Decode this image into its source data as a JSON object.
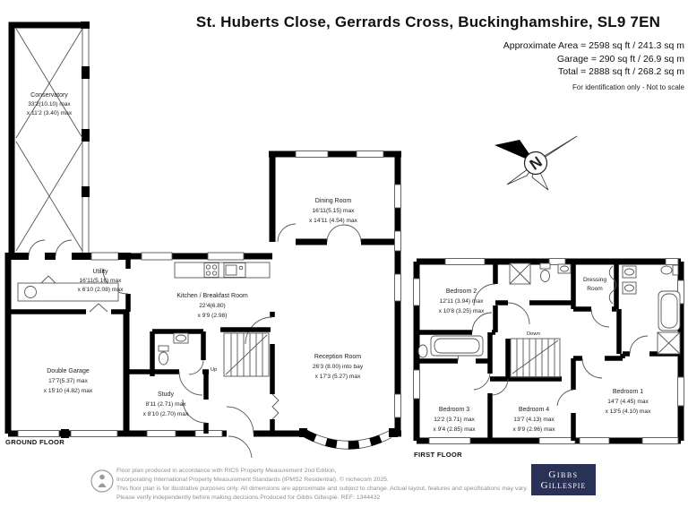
{
  "header": {
    "title": "St. Huberts Close, Gerrards Cross, Buckinghamshire, SL9 7EN",
    "area_lines": [
      "Approximate Area = 2598 sq ft / 241.3 sq m",
      "Garage = 290 sq ft / 26.9 sq m",
      "Total = 2888 sq ft / 268.2 sq m"
    ],
    "note": "For identification only - Not to scale"
  },
  "compass": {
    "north_label": "N"
  },
  "ground_floor": {
    "floor_label": "GROUND FLOOR",
    "stairs_label": "Up",
    "rooms": {
      "conservatory": {
        "name": "Conservatory",
        "d1": "33'2(10.10) max",
        "d2": "x 11'2 (3.40) max"
      },
      "utility": {
        "name": "Utility",
        "d1": "16'11(5.16) max",
        "d2": "x 6'10 (2.08) max"
      },
      "garage": {
        "name": "Double Garage",
        "d1": "17'7(5.37) max",
        "d2": "x 15'10 (4.82) max"
      },
      "kitchen": {
        "name": "Kitchen / Breakfast Room",
        "d1": "22'4(6.80)",
        "d2": "x 9'9 (2.98)"
      },
      "dining": {
        "name": "Dining Room",
        "d1": "16'11(5.15) max",
        "d2": "x 14'11 (4.54) max"
      },
      "study": {
        "name": "Study",
        "d1": "8'11 (2.71) max",
        "d2": "x 8'10 (2.70) max"
      },
      "reception": {
        "name": "Reception Room",
        "d1": "26'3 (8.00) into bay",
        "d2": "x 17'3 (5.27) max"
      }
    }
  },
  "first_floor": {
    "floor_label": "FIRST FLOOR",
    "stairs_label": "Down",
    "rooms": {
      "bedroom1": {
        "name": "Bedroom 1",
        "d1": "14'7 (4.45) max",
        "d2": "x 13'5 (4.10) max"
      },
      "bedroom2": {
        "name": "Bedroom 2",
        "d1": "12'11 (3.94) max",
        "d2": "x 10'8 (3.25) max"
      },
      "bedroom3": {
        "name": "Bedroom 3",
        "d1": "12'2 (3.71) max",
        "d2": "x 9'4 (2.85) max"
      },
      "bedroom4": {
        "name": "Bedroom 4",
        "d1": "13'7 (4.13) max",
        "d2": "x 9'9 (2.96) max"
      },
      "dressing": {
        "name1": "Dressing",
        "name2": "Room"
      }
    }
  },
  "footer": {
    "lines": [
      "Floor plan produced in accordance with RICS Property Measurement 2nd Edition,",
      "Incorporating International Property Measurement Standards (IPMS2 Residential).  © nichecom 2025.",
      "This floor plan is for illustrative purposes only. All dimensions are approximate and subject to change. Actual layout, features and specifications may vary.",
      "Please verify independently before making decisions.Produced for Gibbs Gillespie.  REF:  1344432"
    ],
    "logo_line1": "Gibbs",
    "logo_line2": "Gillespie"
  },
  "colors": {
    "logo_navy": "#2a3157",
    "walls": "#000000"
  }
}
